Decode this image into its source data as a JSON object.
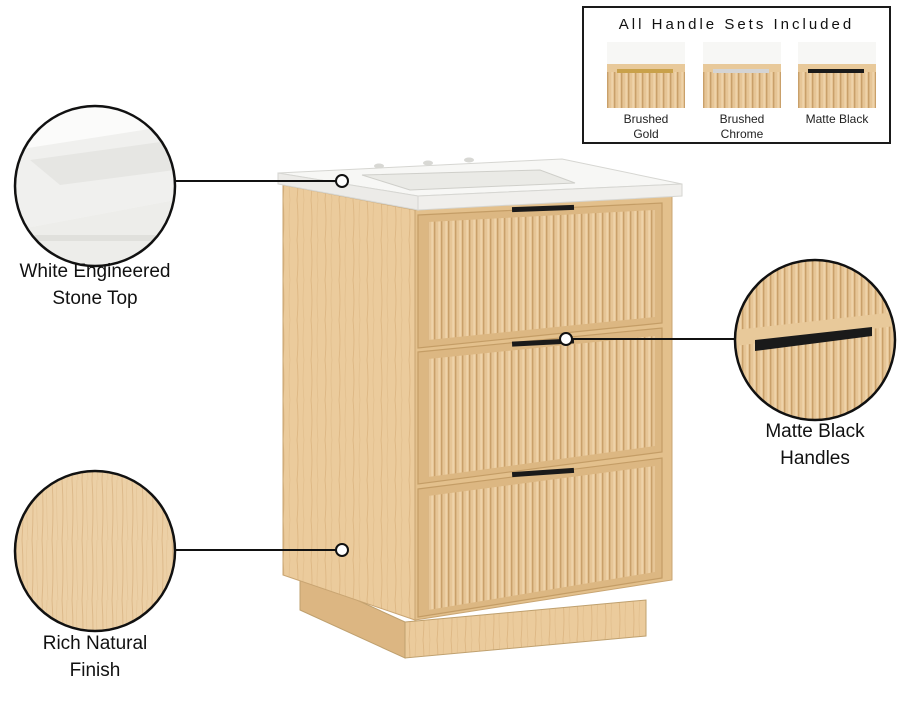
{
  "handle_sets": {
    "title": "All Handle Sets Included",
    "options": [
      {
        "name": "Brushed Gold",
        "lines": [
          "Brushed",
          "Gold"
        ],
        "handle_color": "#c9a14a"
      },
      {
        "name": "Brushed Chrome",
        "lines": [
          "Brushed",
          "Chrome"
        ],
        "handle_color": "#d8d8d8"
      },
      {
        "name": "Matte Black",
        "lines": [
          "Matte Black",
          ""
        ],
        "handle_color": "#1a1a1a"
      }
    ]
  },
  "callouts": {
    "top": {
      "lines": [
        "White Engineered",
        "Stone Top"
      ]
    },
    "handles": {
      "lines": [
        "Matte Black",
        "Handles"
      ]
    },
    "finish": {
      "lines": [
        "Rich Natural",
        "Finish"
      ]
    }
  },
  "colors": {
    "wood": "#e8c99a",
    "wood_dark": "#d4ae78",
    "wood_shadow": "#c49d66",
    "stone": "#f4f4f2",
    "handle": "#1a1a1a",
    "line": "#111111"
  }
}
